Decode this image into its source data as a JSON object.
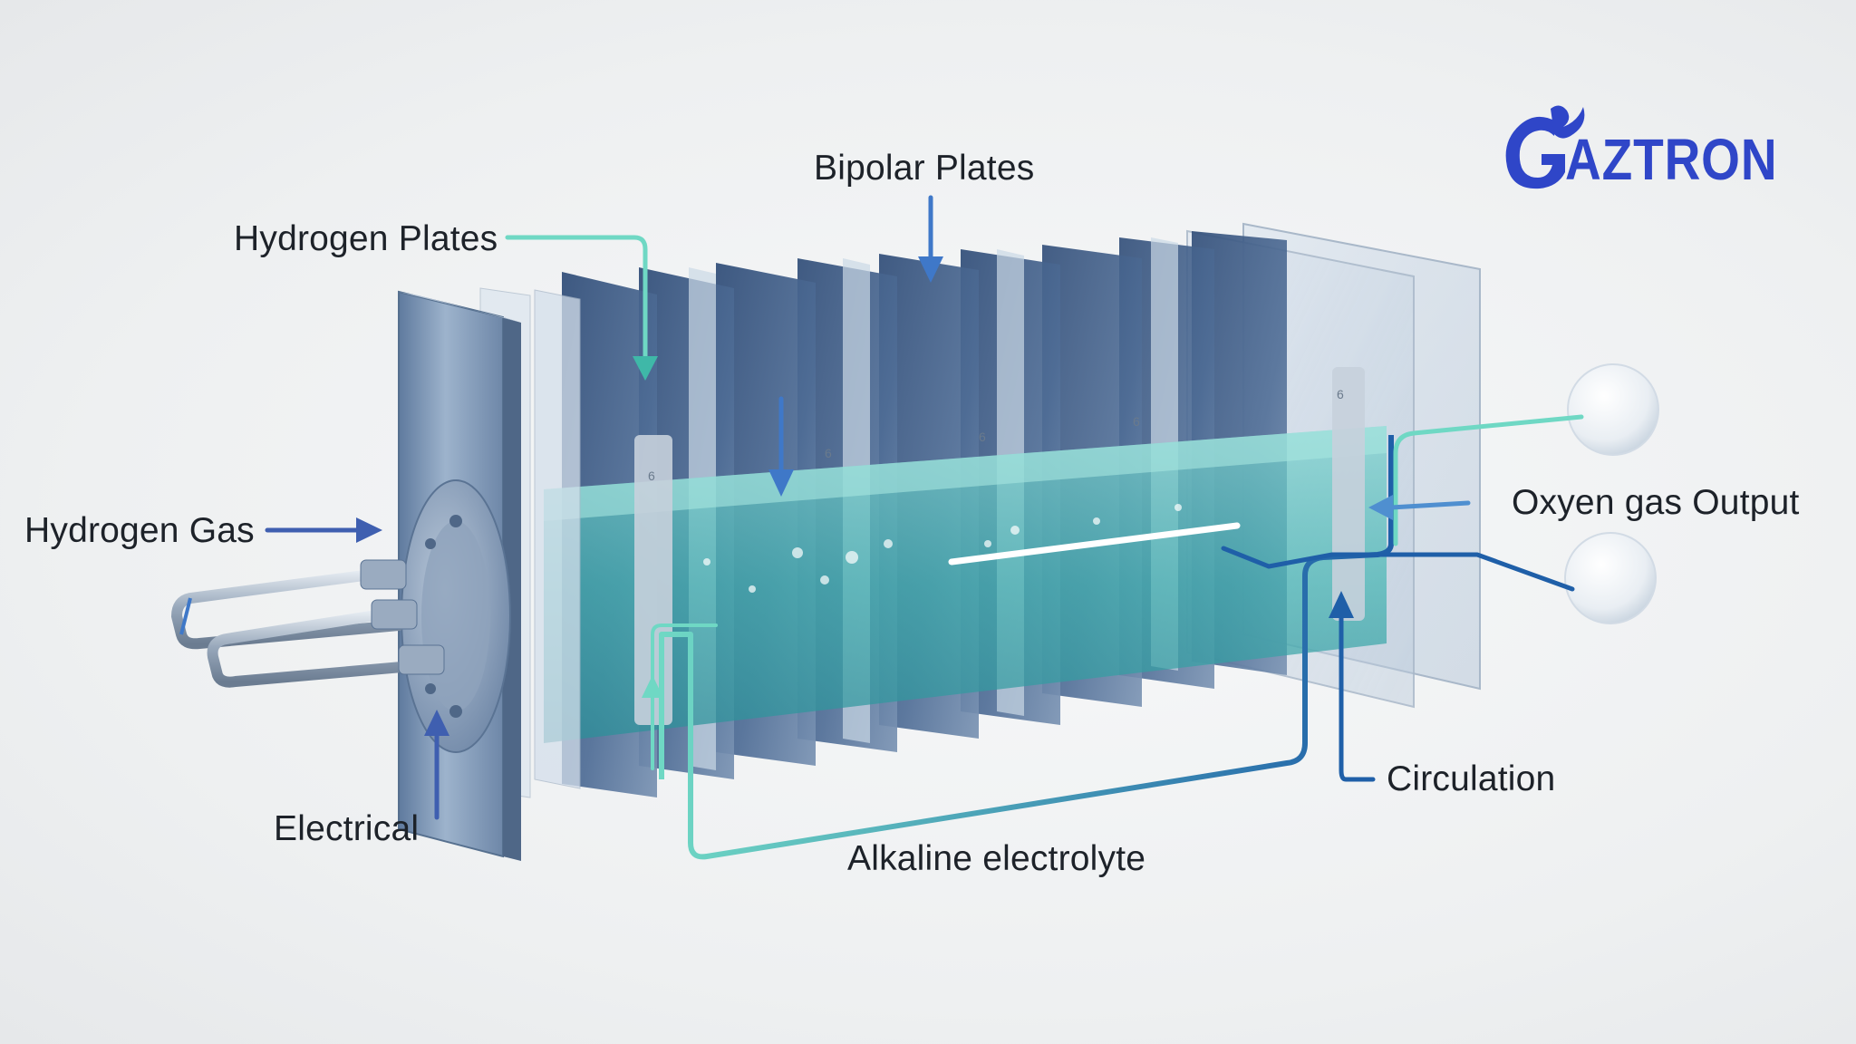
{
  "brand": {
    "name": "GAZTRON",
    "logo_text": "AZTRON",
    "color": "#2f46c8"
  },
  "labels": {
    "bipolar_plates": "Bipolar Plates",
    "hydrogen_plates": "Hydrogen Plates",
    "hydrogen_gas": "Hydrogen Gas",
    "electrical": "Electrical",
    "oxygen_gas_output": "Oxyen gas Output",
    "circulation": "Circulation",
    "alkaline_electrolyte": "Alkaline electrolyte"
  },
  "plate_marking": "6",
  "colors": {
    "electrolyte": "#3fb3b0",
    "teal_arrow": "#6fd8c4",
    "blue_arrow": "#3f6fc2",
    "dark_blue_arrow": "#1f5fa8",
    "steel": "#7f97b4",
    "background": "#f0f1f2"
  }
}
